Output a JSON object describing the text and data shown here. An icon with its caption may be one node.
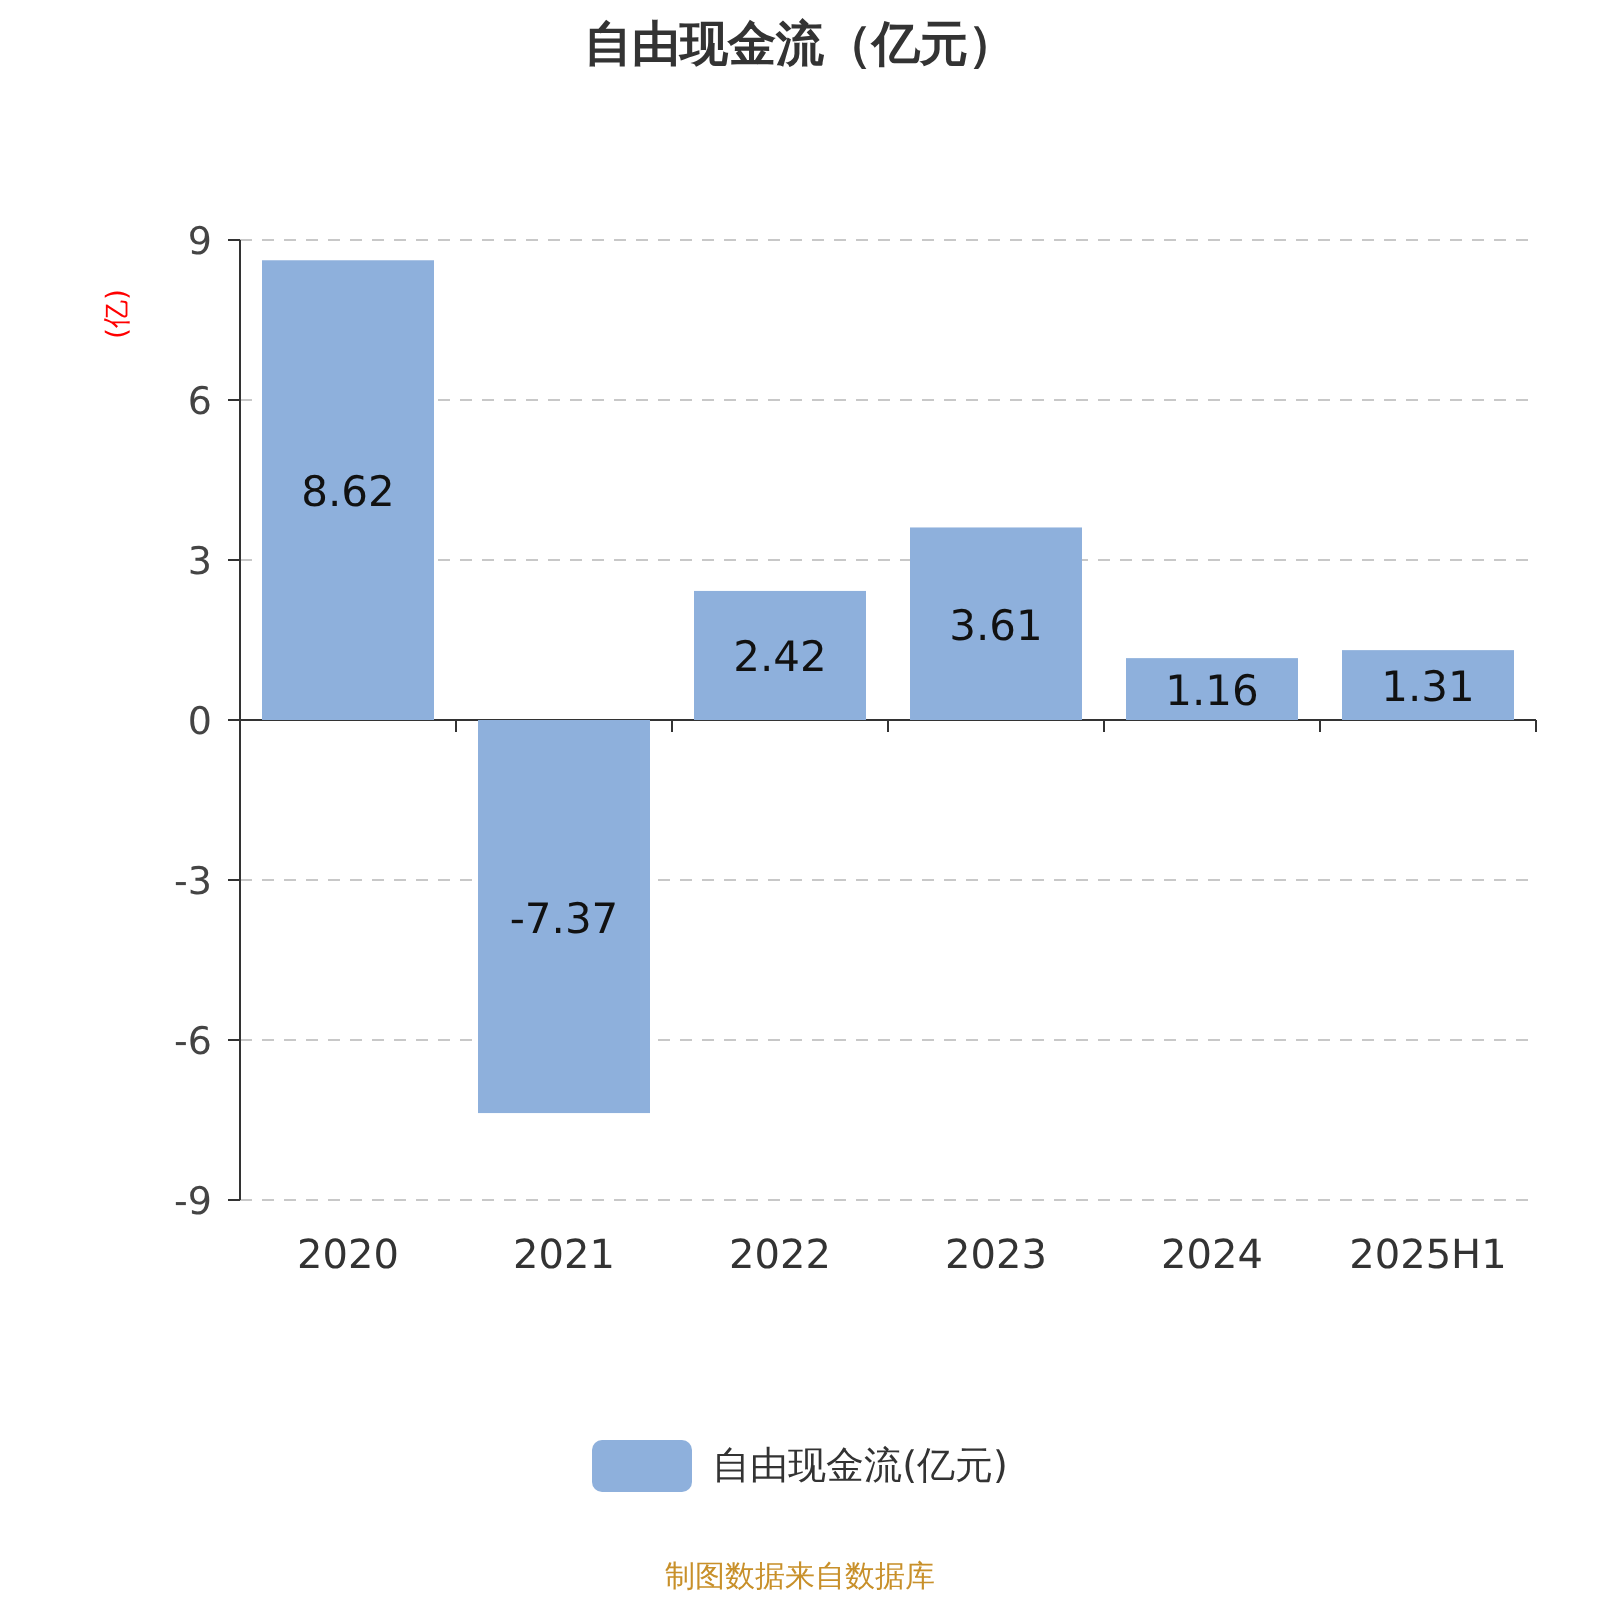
{
  "diagram": {
    "title": "自由现金流（亿元）",
    "caption": "制图数据来自数据库",
    "legend": [
      {
        "text": "自由现金流(亿元)",
        "color": "#8eb0dc"
      }
    ],
    "chart_data": {
      "type": "bar",
      "ylabel": "(亿)",
      "categories": [
        "2020",
        "2021",
        "2022",
        "2023",
        "2024",
        "2025H1"
      ],
      "values": [
        8.62,
        -7.37,
        2.42,
        3.61,
        1.16,
        1.31
      ],
      "ylim": [
        -9,
        9
      ],
      "yticks": [
        -9,
        -6,
        -3,
        0,
        3,
        6,
        9
      ],
      "data_labels": true,
      "grid": true
    }
  }
}
